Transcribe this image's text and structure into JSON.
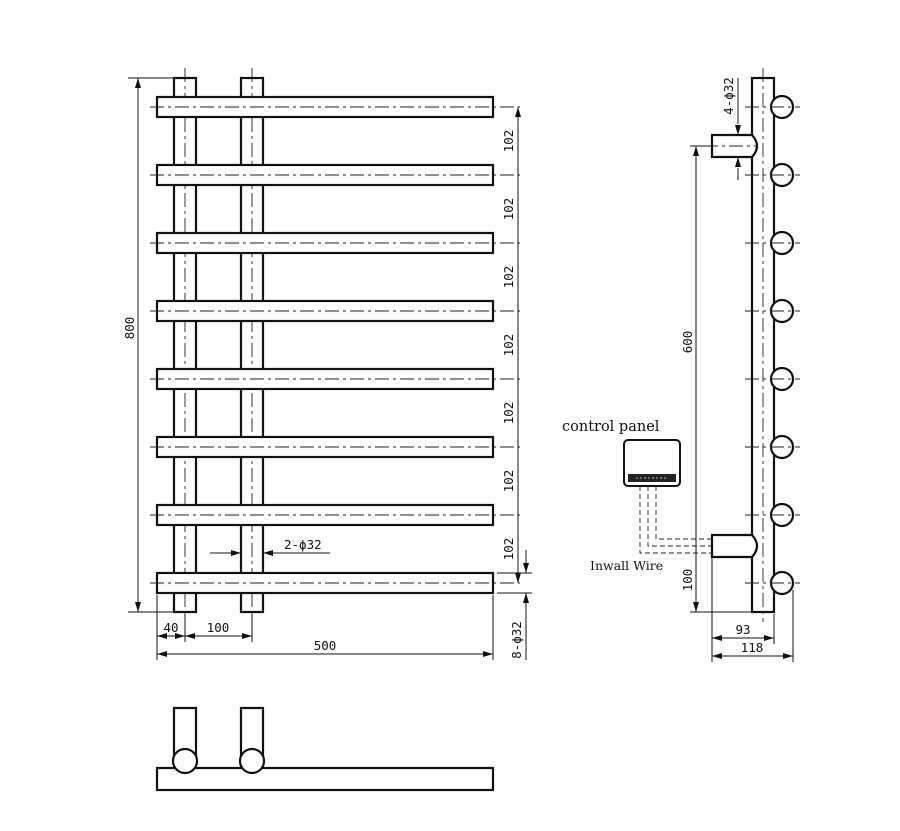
{
  "front_view": {
    "dim_bar_spacing": [
      "102",
      "102",
      "102",
      "102",
      "102",
      "102",
      "102"
    ],
    "dim_total_height": "800",
    "dim_width": "500",
    "dim_offset_left": "40",
    "dim_riser_spacing": "100",
    "riser_callout": "2-ϕ32",
    "bar_callout": "8-ϕ32"
  },
  "side_view": {
    "bar_callout": "4-ϕ32",
    "dim_mount_height": "600",
    "dim_bottom": "100",
    "dim_depth_inner": "93",
    "dim_depth_outer": "118",
    "control_panel_label": "control panel",
    "inwall_wire_label": "Inwall Wire"
  },
  "colors": {
    "line": "#111111",
    "background": "#ffffff"
  }
}
